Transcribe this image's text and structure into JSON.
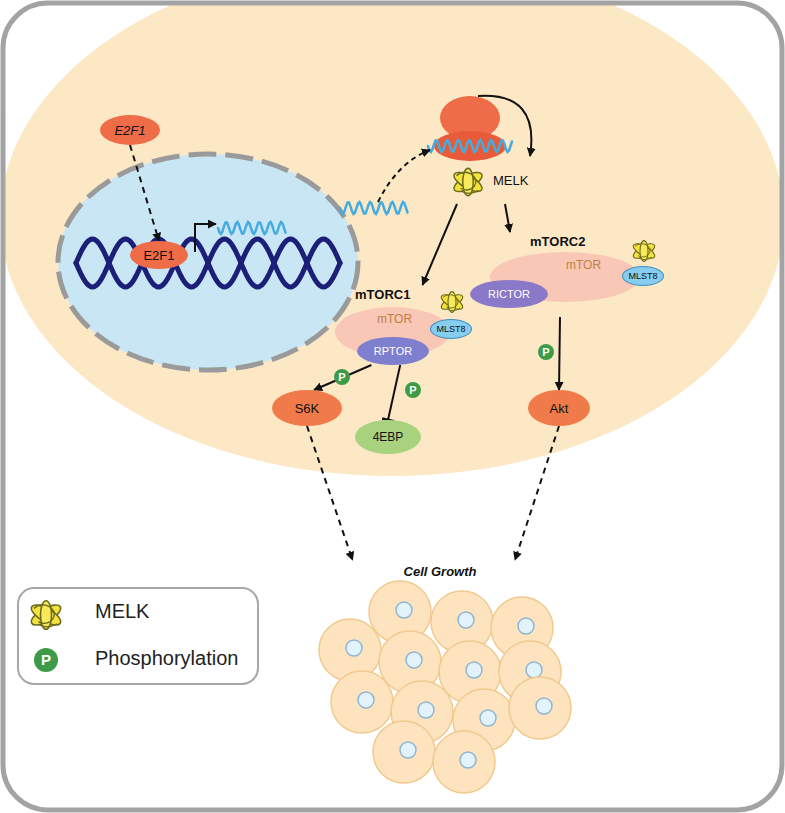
{
  "diagram": {
    "nodes": [
      {
        "text": [
          "E2F1"
        ]
      },
      {
        "text": [
          "E2F1"
        ]
      },
      {
        "text": [
          "MELK"
        ]
      },
      {
        "text": [
          "mTORC1",
          "mTOR"
        ]
      },
      {
        "text": [
          "MLST8"
        ],
        "in": 3
      },
      {
        "text": [
          "RPTOR"
        ],
        "in": 3
      },
      {
        "text": [
          "mTORC2",
          "mTOR"
        ]
      },
      {
        "text": [
          "MLST8"
        ],
        "in": 6
      },
      {
        "text": [
          "RICTOR"
        ],
        "in": 6
      },
      {
        "text": [
          "S6K"
        ]
      },
      {
        "text": [
          "4EBP"
        ]
      },
      {
        "text": [
          "Akt"
        ]
      },
      {
        "text": [
          "Cell Growth"
        ]
      }
    ],
    "edges": [
      {
        "from": 0,
        "to": 1,
        "arrow": "to"
      },
      {
        "from": 2,
        "to": 3,
        "arrow": "to"
      },
      {
        "from": 2,
        "to": 6,
        "arrow": "to"
      },
      {
        "from": 5,
        "to": 9,
        "arrow": "to"
      },
      {
        "from": 5,
        "to": 10,
        "arrow": "to"
      },
      {
        "from": 6,
        "to": 11,
        "arrow": "to"
      },
      {
        "from": 9,
        "to": 12,
        "arrow": "to"
      },
      {
        "from": 11,
        "to": 12,
        "arrow": "to"
      }
    ],
    "labels": [
      "P",
      "P",
      "P",
      "P"
    ],
    "legend": [
      {
        "text": "MELK"
      },
      {
        "text": "Phosphorylation"
      }
    ]
  }
}
